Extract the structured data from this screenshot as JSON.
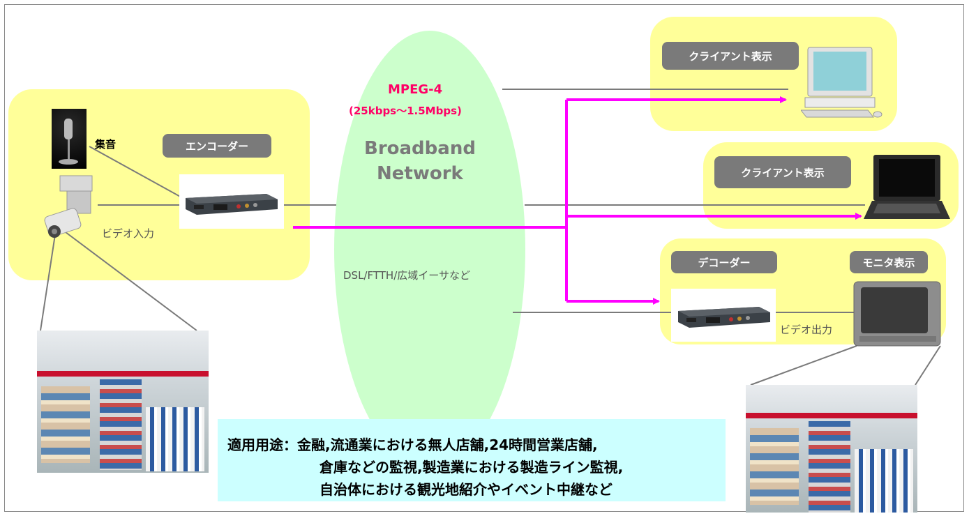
{
  "encoder_site": {
    "mic_label": "集音",
    "encoder_label": "エンコーダー",
    "video_in_label": "ビデオ入力"
  },
  "network": {
    "codec": "MPEG-4",
    "bitrate": "(25kbps～1.5Mbps)",
    "name_line1": "Broadband",
    "name_line2": "Network",
    "access_types": "DSL/FTTH/広域イーサなど"
  },
  "clients": {
    "desktop_label": "クライアント表示",
    "laptop_label": "クライアント表示"
  },
  "decoder_site": {
    "decoder_label": "デコーダー",
    "monitor_label": "モニタ表示",
    "video_out_label": "ビデオ出力"
  },
  "usage_note": {
    "line1": "適用用途：金融,流通業における無人店舗,24時間営業店舗,",
    "line2": "倉庫などの監視,製造業における製造ライン監視,",
    "line3": "自治体における観光地紹介やイベント中継など"
  },
  "colors": {
    "zone_fill": "#ffff99",
    "network_fill": "#ccffcc",
    "label_fill": "#7a7a7a",
    "arrow": "#ff00ff",
    "mpeg_text": "#ff0066",
    "note_fill": "#ccffff"
  }
}
